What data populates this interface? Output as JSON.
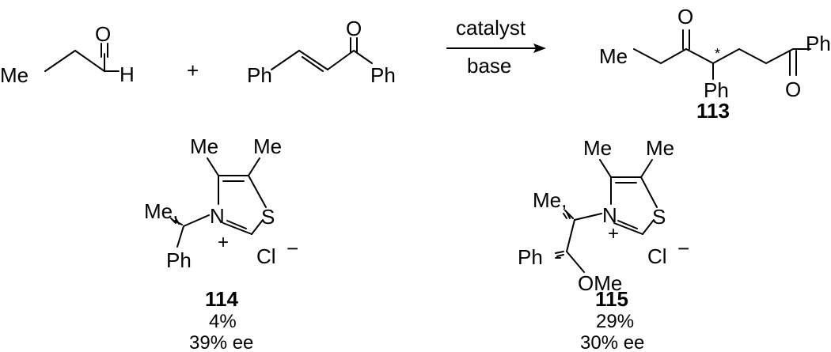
{
  "reaction": {
    "reactant1": {
      "me": "Me",
      "o": "O",
      "h": "H"
    },
    "plus": "+",
    "reactant2": {
      "ph_left": "Ph",
      "o": "O",
      "ph_right": "Ph"
    },
    "arrow": {
      "above": "catalyst",
      "below": "base"
    },
    "product": {
      "me": "Me",
      "o_ketone": "O",
      "stereo_star": "*",
      "ph_sub": "Ph",
      "ph_end": "Ph",
      "o_lower": "O",
      "compound_number": "113"
    }
  },
  "catalysts": [
    {
      "compound_number": "114",
      "yield": "4%",
      "ee": "39% ee",
      "labels": {
        "me_a": "Me",
        "me_b": "Me",
        "me_c": "Me,",
        "n": "N",
        "s": "S",
        "plus": "+",
        "ph": "Ph",
        "cl": "Cl",
        "minus": "−"
      }
    },
    {
      "compound_number": "115",
      "yield": "29%",
      "ee": "30% ee",
      "labels": {
        "me_a": "Me",
        "me_b": "Me",
        "me_c": "Me,",
        "n": "N",
        "s": "S",
        "plus": "+",
        "ph": "Ph",
        "ome": "OMe",
        "cl": "Cl",
        "minus": "−"
      }
    }
  ]
}
